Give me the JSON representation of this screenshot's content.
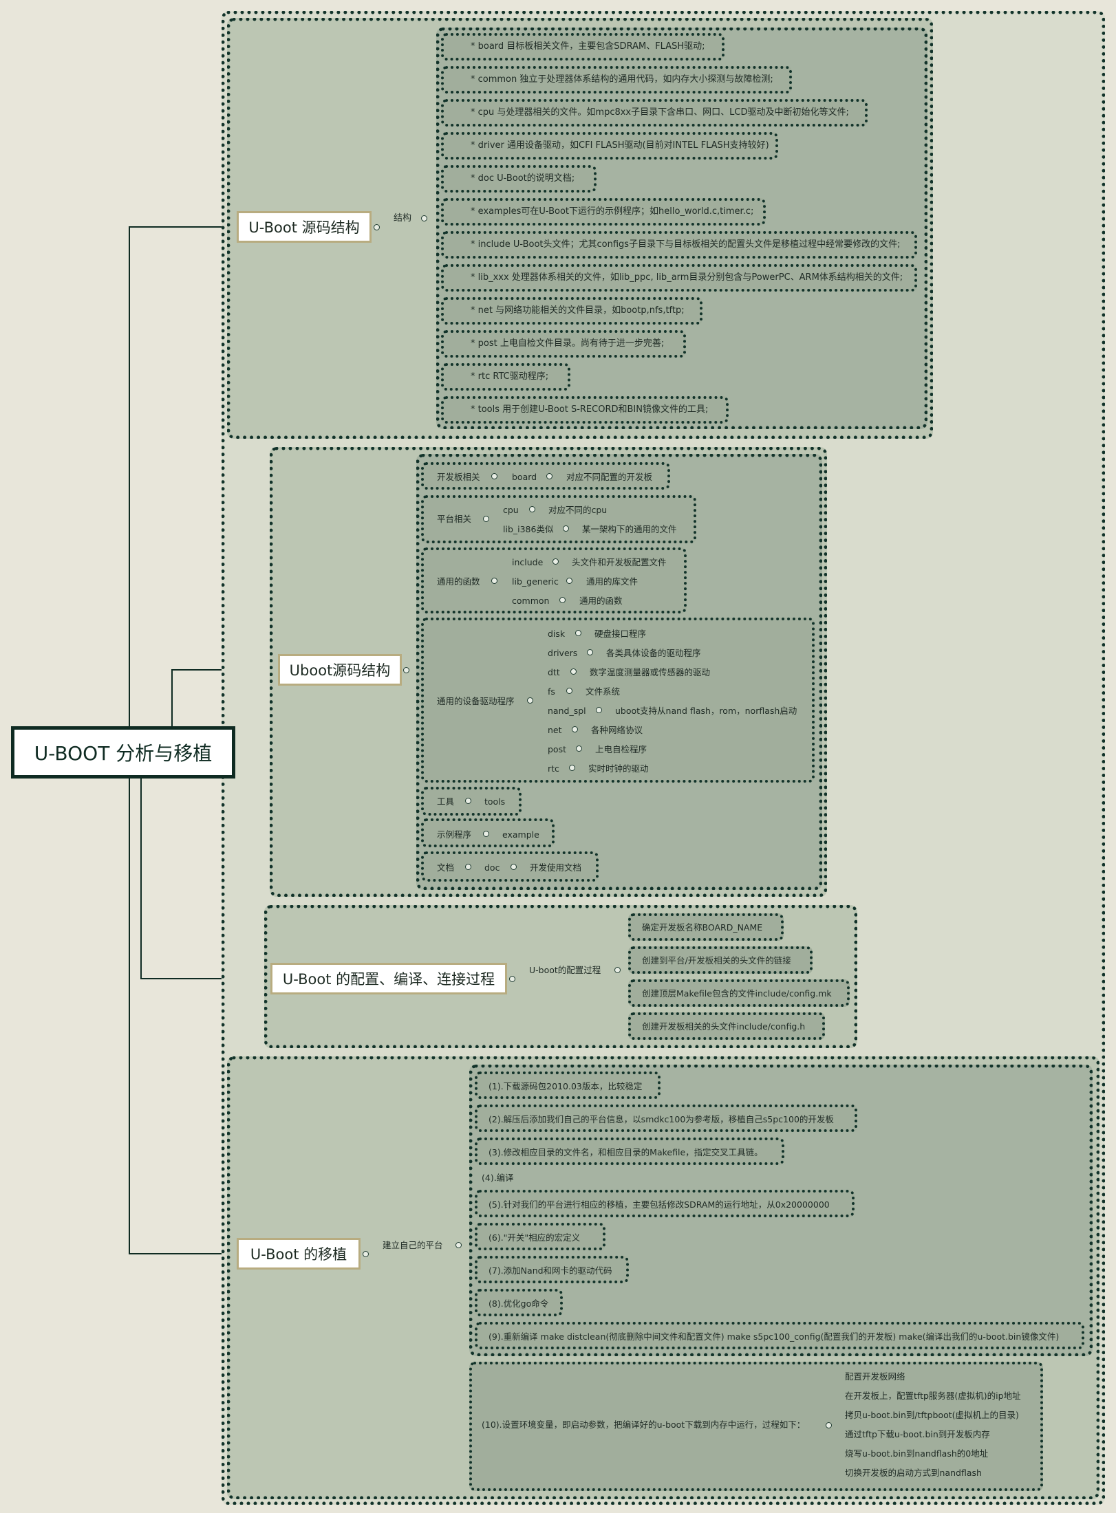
{
  "root": {
    "label": "U-BOOT 分析与移植"
  },
  "section1": {
    "title": "U-Boot 源码结构",
    "branch_label": "结构",
    "items": [
      "* board 目标板相关文件，主要包含SDRAM、FLASH驱动;",
      "* common 独立于处理器体系结构的通用代码，如内存大小探测与故障检测;",
      "* cpu 与处理器相关的文件。如mpc8xx子目录下含串口、网口、LCD驱动及中断初始化等文件;",
      "* driver 通用设备驱动，如CFI FLASH驱动(目前对INTEL FLASH支持较好)",
      "* doc U-Boot的说明文档;",
      "* examples可在U-Boot下运行的示例程序；如hello_world.c,timer.c;",
      "* include U-Boot头文件；尤其configs子目录下与目标板相关的配置头文件是移植过程中经常要修改的文件;",
      "* lib_xxx 处理器体系相关的文件，如lib_ppc, lib_arm目录分别包含与PowerPC、ARM体系结构相关的文件;",
      "* net 与网络功能相关的文件目录，如bootp,nfs,tftp;",
      "* post 上电自检文件目录。尚有待于进一步完善;",
      "* rtc RTC驱动程序;",
      "* tools 用于创建U-Boot S-RECORD和BIN镜像文件的工具;"
    ]
  },
  "section2": {
    "title": "Uboot源码结构",
    "groups": {
      "board": {
        "label": "开发板相关",
        "dir": "board",
        "desc": "对应不同配置的开发板"
      },
      "platform": {
        "label": "平台相关",
        "items": [
          {
            "dir": "cpu",
            "desc": "对应不同的cpu"
          },
          {
            "dir": "lib_i386类似",
            "desc": "某一架构下的通用的文件"
          }
        ]
      },
      "common": {
        "label": "通用的函数",
        "items": [
          {
            "dir": "include",
            "desc": "头文件和开发板配置文件"
          },
          {
            "dir": "lib_generic",
            "desc": "通用的库文件"
          },
          {
            "dir": "common",
            "desc": "通用的函数"
          }
        ]
      },
      "drivers": {
        "label": "通用的设备驱动程序",
        "items": [
          {
            "dir": "disk",
            "desc": "硬盘接口程序"
          },
          {
            "dir": "drivers",
            "desc": "各类具体设备的驱动程序"
          },
          {
            "dir": "dtt",
            "desc": "数字温度测量器或传感器的驱动"
          },
          {
            "dir": "fs",
            "desc": "文件系统"
          },
          {
            "dir": "nand_spl",
            "desc": "uboot支持从nand flash，rom，norflash启动"
          },
          {
            "dir": "net",
            "desc": "各种网络协议"
          },
          {
            "dir": "post",
            "desc": "上电自检程序"
          },
          {
            "dir": "rtc",
            "desc": "实时时钟的驱动"
          }
        ]
      },
      "tools": {
        "label": "工具",
        "dir": "tools"
      },
      "examples": {
        "label": "示例程序",
        "dir": "example"
      },
      "docs": {
        "label": "文档",
        "dir": "doc",
        "desc": "开发使用文档"
      }
    }
  },
  "section3": {
    "title": "U-Boot 的配置、编译、连接过程",
    "branch_label": "U-boot的配置过程",
    "items": [
      "确定开发板名称BOARD_NAME",
      "创建到平台/开发板相关的头文件的链接",
      "创建顶层Makefile包含的文件include/config.mk",
      "创建开发板相关的头文件include/config.h"
    ]
  },
  "section4": {
    "title": "U-Boot 的移植",
    "branch_label": "建立自己的平台",
    "steps": [
      "(1).下载源码包2010.03版本，比较稳定",
      "(2).解压后添加我们自己的平台信息，以smdkc100为参考版，移植自己s5pc100的开发板",
      "(3).修改相应目录的文件名，和相应目录的Makefile，指定交叉工具链。",
      "(4).编译",
      "(5).针对我们的平台进行相应的移植，主要包括修改SDRAM的运行地址，从0x20000000",
      "(6).\"开关\"相应的宏定义",
      "(7).添加Nand和网卡的驱动代码",
      "(8).优化go命令",
      "(9).重新编译 make distclean(彻底删除中间文件和配置文件) make s5pc100_config(配置我们的开发板)   make(编译出我们的u-boot.bin镜像文件)"
    ],
    "step10": {
      "label": "(10).设置环境变量，即启动参数，把编译好的u-boot下载到内存中运行，过程如下：",
      "items": [
        "配置开发板网络",
        "在开发板上，配置tftp服务器(虚拟机)的ip地址",
        "拷贝u-boot.bin到/tftpboot(虚拟机上的目录)",
        "通过tftp下载u-boot.bin到开发板内存",
        "烧写u-boot.bin到nandflash的0地址",
        "切换开发板的启动方式到nandflash"
      ]
    }
  }
}
